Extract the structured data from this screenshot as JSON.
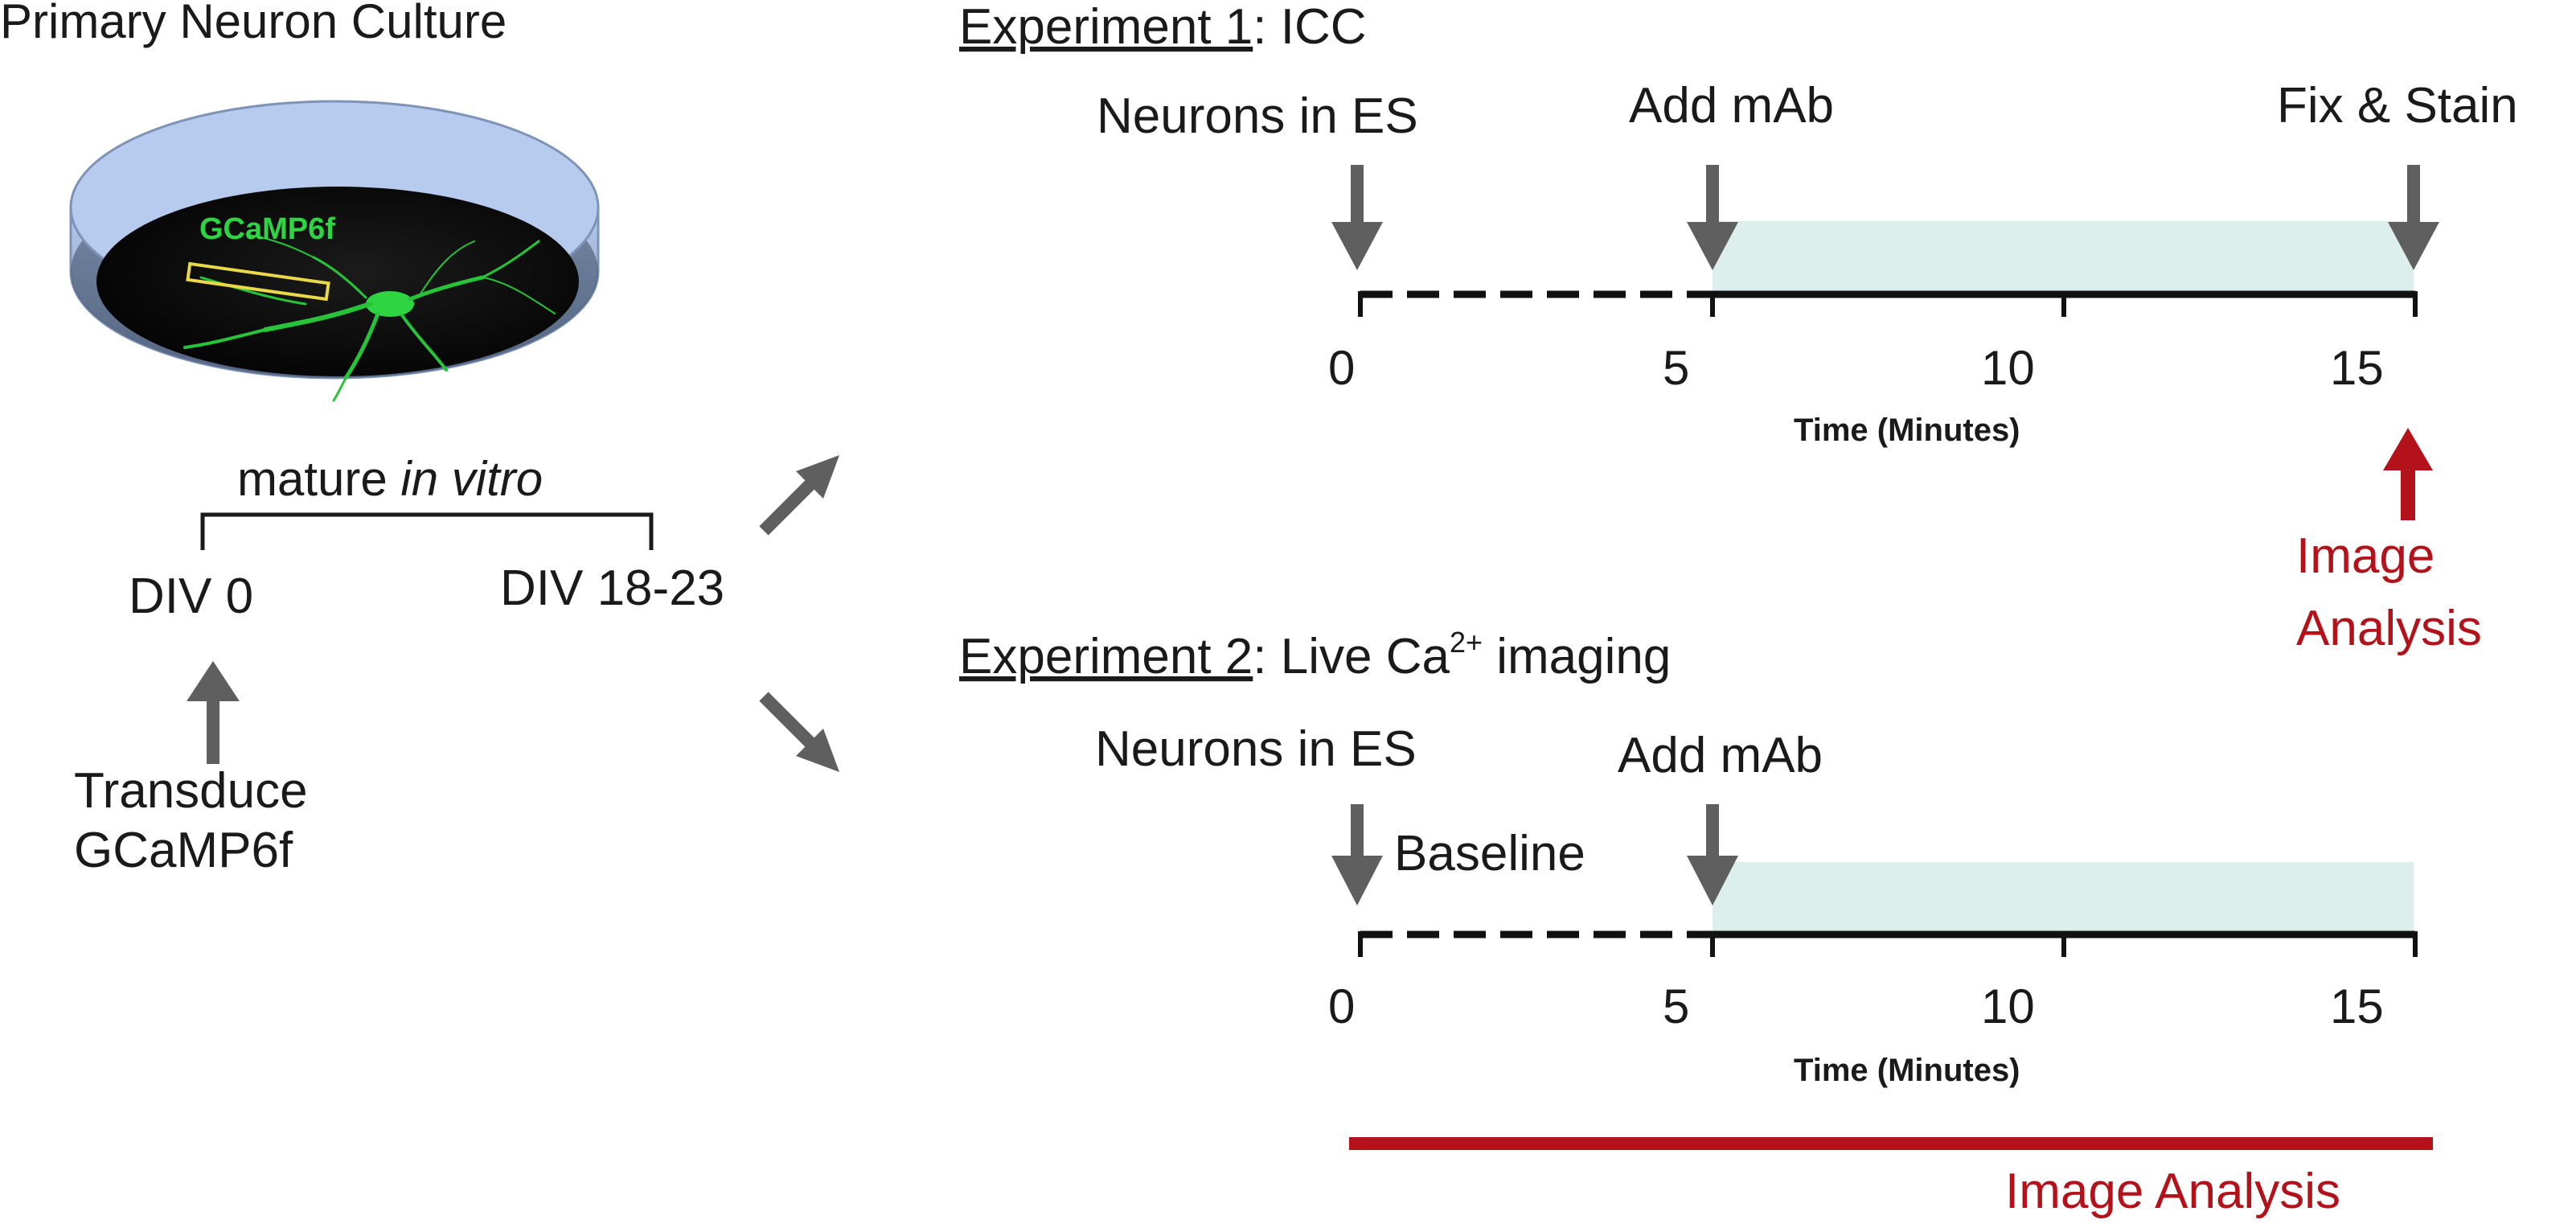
{
  "colors": {
    "arrow": "#5f5f5f",
    "shade": "#ddefed",
    "red": "#b3121a",
    "text": "#1a1a1a",
    "dish_rim": "#a8bfe6",
    "gfp": "#27c43a"
  },
  "left": {
    "title": "Primary Neuron Culture",
    "dish_label": "GCaMP6f",
    "mature_prefix": "mature ",
    "mature_italic": "in vitro",
    "div_start": "DIV 0",
    "div_end": "DIV 18-23",
    "transduce_line1": "Transduce",
    "transduce_line2": "GCaMP6f"
  },
  "exp1": {
    "title_underlined": "Experiment 1",
    "title_rest": ": ICC",
    "label_neurons": "Neurons in ES",
    "label_add": "Add mAb",
    "label_fix": "Fix & Stain",
    "ticks": [
      "0",
      "5",
      "10",
      "15"
    ],
    "axis_label": "Time (Minutes)",
    "image_analysis_line1": "Image",
    "image_analysis_line2": "Analysis"
  },
  "exp2": {
    "title_underlined": "Experiment 2",
    "title_rest": ": Live Ca",
    "title_sup": "2+",
    "title_end": " imaging",
    "label_neurons": "Neurons in ES",
    "label_baseline": "Baseline",
    "label_add": "Add mAb",
    "ticks": [
      "0",
      "5",
      "10",
      "15"
    ],
    "axis_label": "Time (Minutes)",
    "image_analysis": "Image Analysis"
  }
}
